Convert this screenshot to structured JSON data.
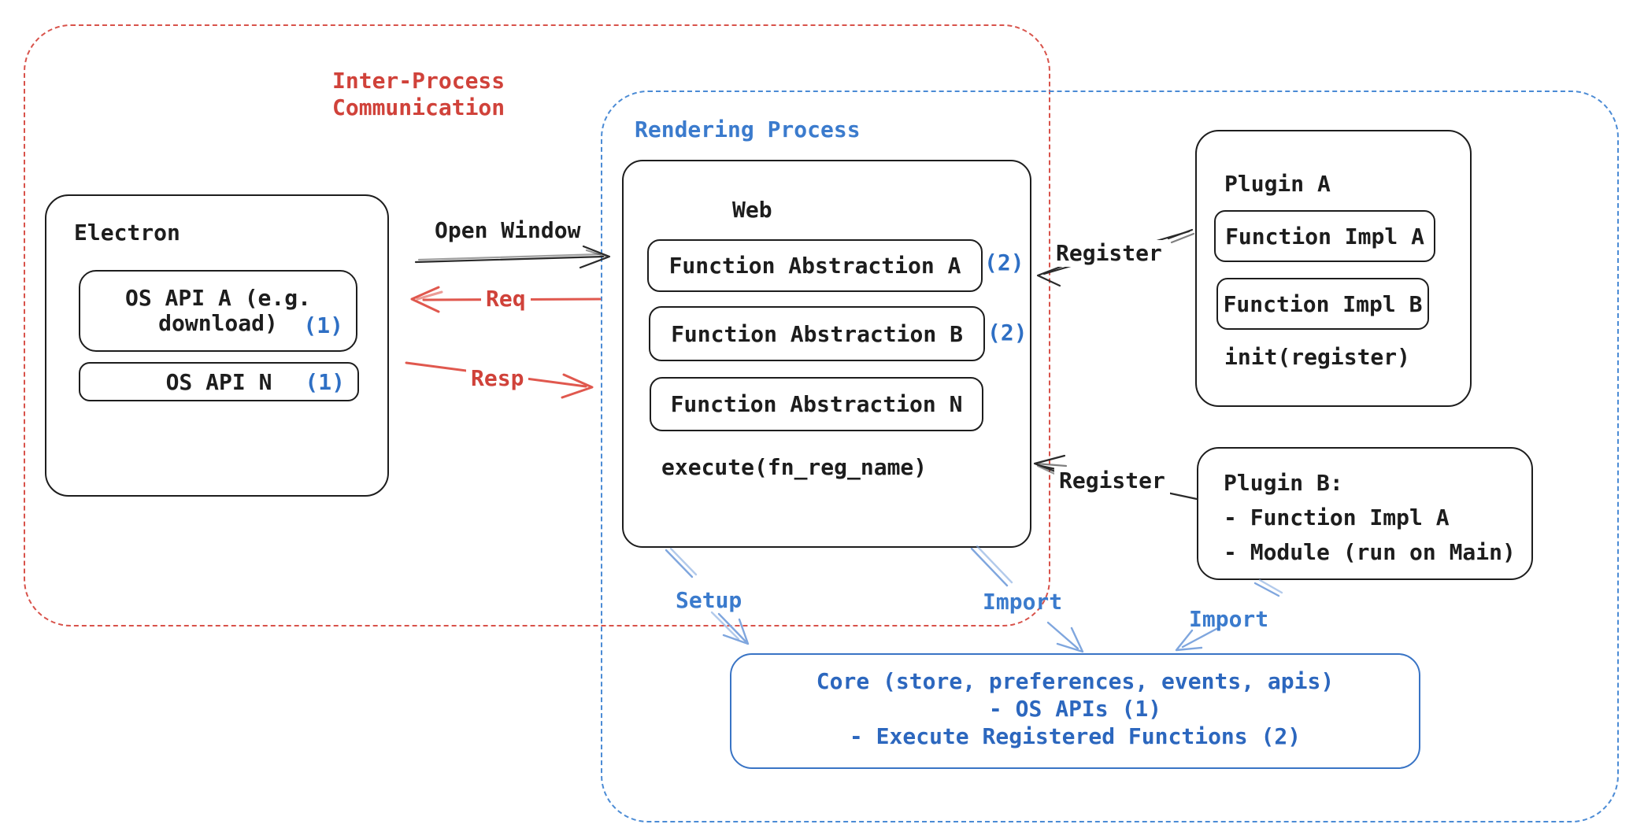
{
  "accents": {
    "red_text": "#d0423a",
    "red_stroke": "#e0584e",
    "blue_text": "#3b7bcd",
    "blue_dark_text": "#2c67be",
    "blue_stroke": "#7fa6de",
    "ink": "#1d1d1d"
  },
  "regions": {
    "ipc": {
      "label": "Inter-Process\nCommunication"
    },
    "rendering": {
      "label": "Rendering Process"
    }
  },
  "electron": {
    "title": "Electron",
    "os_api_a": {
      "line1": "OS API A (e.g.",
      "line2": "download)",
      "badge": "(1)"
    },
    "os_api_n": {
      "label": "OS API N",
      "badge": "(1)"
    }
  },
  "web": {
    "title": "Web",
    "fa_a": {
      "label": "Function Abstraction A",
      "badge": "(2)"
    },
    "fa_b": {
      "label": "Function Abstraction B",
      "badge": "(2)"
    },
    "fa_n": {
      "label": "Function Abstraction N"
    },
    "execute_label": "execute(fn_reg_name)"
  },
  "plugin_a": {
    "title": "Plugin A",
    "impl_a": "Function Impl A",
    "impl_b": "Function Impl B",
    "init_label": "init(register)"
  },
  "plugin_b": {
    "title": "Plugin B:",
    "item_1": "- Function Impl A",
    "item_2": "- Module (run on Main)"
  },
  "core": {
    "line1": "Core (store, preferences, events, apis)",
    "line2": "- OS APIs (1)",
    "line3": "- Execute Registered Functions (2)"
  },
  "arrows": {
    "open_window": "Open Window",
    "req": "Req",
    "resp": "Resp",
    "register_top": "Register",
    "register_bottom": "Register",
    "setup": "Setup",
    "import_web": "Import",
    "import_plugin": "Import"
  }
}
